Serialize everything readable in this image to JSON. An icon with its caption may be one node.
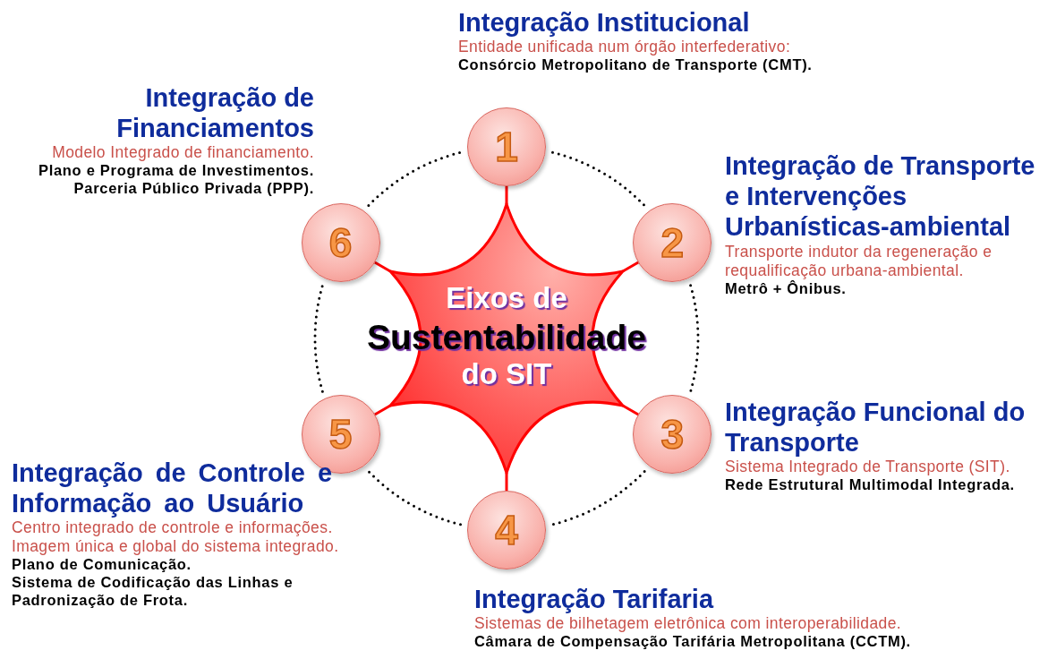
{
  "diagram": {
    "nodes": [
      {
        "text": [
          "Eixos de",
          "Sustentabilidade",
          "do SIT"
        ]
      },
      {
        "text": [
          "1"
        ],
        "beside": [
          "Integração Institucional",
          "Entidade unificada num órgão interfederativo:",
          "Consórcio Metropolitano de Transporte (CMT)."
        ]
      },
      {
        "text": [
          "2"
        ],
        "beside": [
          "Integração de Transporte e Intervenções Urbanísticas-ambiental",
          "Transporte indutor da regeneração e requalificação urbana-ambiental.",
          "Metrô + Ônibus."
        ]
      },
      {
        "text": [
          "3"
        ],
        "beside": [
          "Integração Funcional do Transporte",
          "Sistema Integrado de Transporte (SIT).",
          "Rede Estrutural Multimodal Integrada."
        ]
      },
      {
        "text": [
          "4"
        ],
        "beside": [
          "Integração Tarifaria",
          "Sistemas de bilhetagem eletrônica com interoperabilidade.",
          "Câmara de Compensação  Tarifária Metropolitana (CCTM)."
        ]
      },
      {
        "text": [
          "5"
        ],
        "beside": [
          "Integração de Controle e Informação ao Usuário",
          "Centro integrado de controle e informações.",
          "Imagem única e global do sistema integrado.",
          "Plano de Comunicação.",
          "Sistema de Codificação das Linhas e Padronização de Frota."
        ]
      },
      {
        "text": [
          "6"
        ],
        "beside": [
          "Integração de Financiamentos",
          "Modelo Integrado de financiamento.",
          "Plano e Programa de Investimentos.",
          "Parceria Público Privada (PPP)."
        ]
      }
    ],
    "edges": [
      {
        "from": 0,
        "to": 1,
        "arrow": "none",
        "color": "#ff0000"
      },
      {
        "from": 0,
        "to": 2,
        "arrow": "none",
        "color": "#ff0000"
      },
      {
        "from": 0,
        "to": 3,
        "arrow": "none",
        "color": "#ff0000"
      },
      {
        "from": 0,
        "to": 4,
        "arrow": "none",
        "color": "#ff0000"
      },
      {
        "from": 0,
        "to": 5,
        "arrow": "none",
        "color": "#ff0000"
      },
      {
        "from": 0,
        "to": 6,
        "arrow": "none",
        "color": "#ff0000"
      },
      {
        "from": 1,
        "to": 2,
        "arrow": "none",
        "style": "dashed",
        "color": "#000000"
      },
      {
        "from": 2,
        "to": 3,
        "arrow": "none",
        "style": "dashed",
        "color": "#000000"
      },
      {
        "from": 3,
        "to": 4,
        "arrow": "none",
        "style": "dashed",
        "color": "#000000"
      },
      {
        "from": 4,
        "to": 5,
        "arrow": "none",
        "style": "dashed",
        "color": "#000000"
      },
      {
        "from": 5,
        "to": 6,
        "arrow": "none",
        "style": "dashed",
        "color": "#000000"
      },
      {
        "from": 6,
        "to": 1,
        "arrow": "none",
        "style": "dashed",
        "color": "#000000"
      }
    ]
  }
}
